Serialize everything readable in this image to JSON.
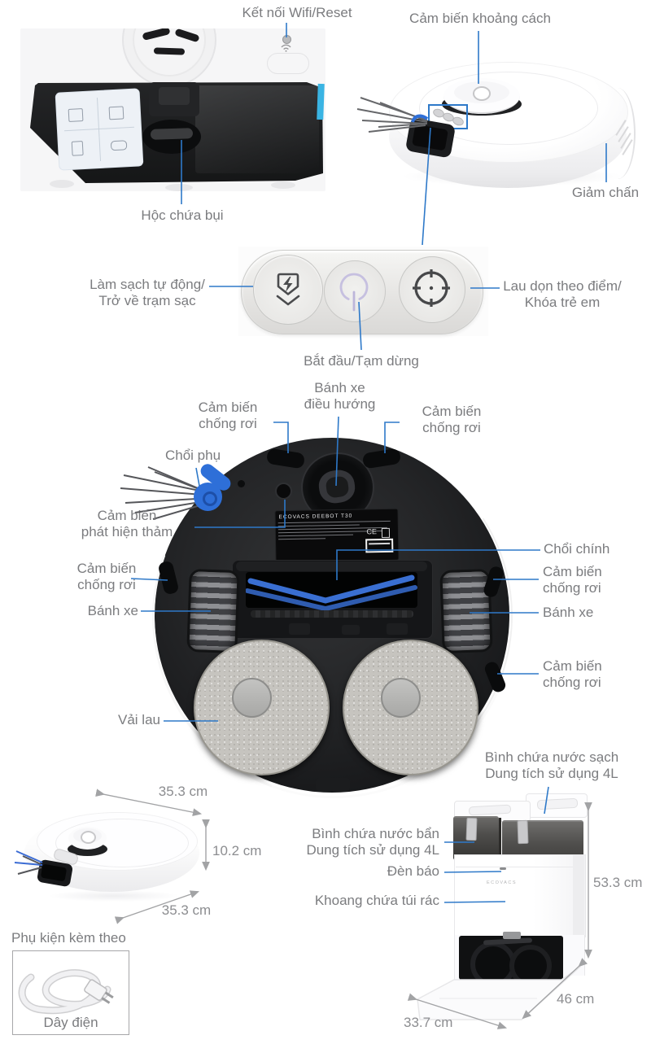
{
  "colors": {
    "line_blue": "#2e79c9",
    "label_gray": "#7b7c7f",
    "dim_gray": "#8c8d90",
    "side_brush_blue": "#2e6fd8"
  },
  "annotations": {
    "wifi": "Kết nối Wifi/Reset",
    "distance_sensor": "Cảm biến khoảng cách",
    "dustbin": "Hộc chứa bụi",
    "bumper": "Giảm chấn",
    "auto_clean_line1": "Làm sạch tự động/",
    "auto_clean_line2": "Trở về trạm sạc",
    "start_pause": "Bắt đầu/Tạm dừng",
    "spot_clean_line1": "Lau dọn theo điểm/",
    "spot_clean_line2": "Khóa trẻ em",
    "caster_line1": "Bánh xe",
    "caster_line2": "điều hướng",
    "drop_sensor_line1": "Cảm biến",
    "drop_sensor_line2": "chống rơi",
    "side_brush": "Chổi phụ",
    "carpet_line1": "Cảm biến",
    "carpet_line2": "phát hiện thảm",
    "main_brush": "Chổi chính",
    "wheel": "Bánh xe",
    "mop": "Vải lau",
    "clean_tank_line1": "Bình chứa nước sạch",
    "clean_tank_line2": "Dung tích sử dụng 4L",
    "dirty_tank_line1": "Bình chứa nước bẩn",
    "dirty_tank_line2": "Dung tích sử dụng 4L",
    "indicator": "Đèn báo",
    "bag_compartment": "Khoang chứa túi rác"
  },
  "dimensions": {
    "robot_diameter_top": "35.3 cm",
    "robot_height": "10.2 cm",
    "robot_diameter_bottom": "35.3 cm",
    "station_height": "53.3 cm",
    "station_depth": "46 cm",
    "station_width": "33.7 cm"
  },
  "accessories": {
    "title": "Phụ kiện kèm theo",
    "power_cord": "Dây điện"
  },
  "product": {
    "plate_brand": "ECOVACS DEEBOT T30",
    "plate_ce": "CE",
    "station_logo": "ECOVACS"
  }
}
